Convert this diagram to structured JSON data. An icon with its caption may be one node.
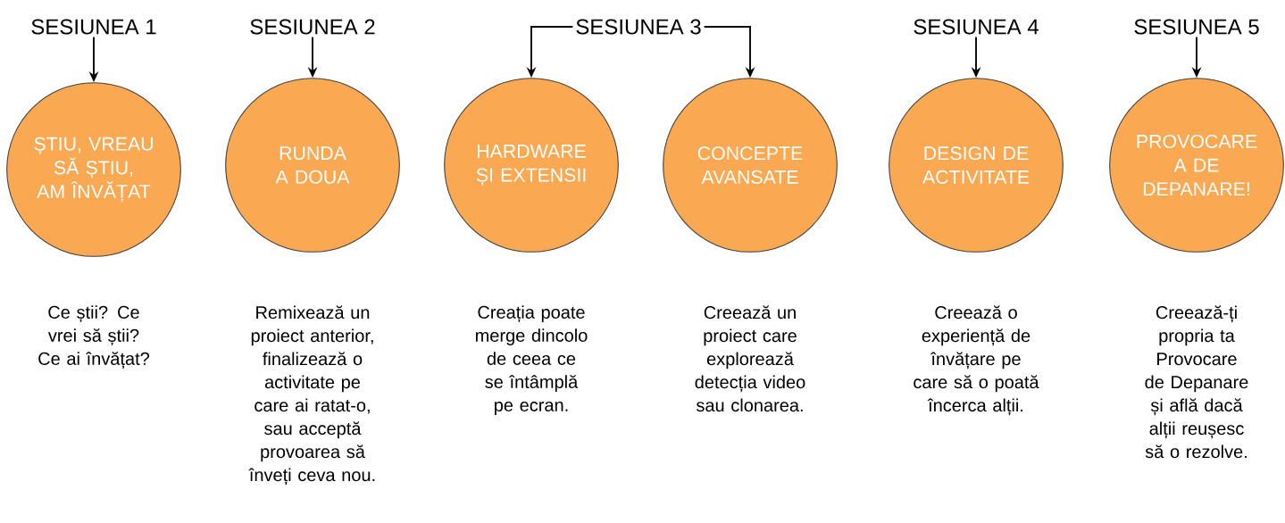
{
  "diagram": {
    "nodes": [
      {
        "text": [
          "SESIUNEA 1"
        ]
      },
      {
        "text": [
          "ȘTIU, VREAU SĂ ȘTIU, AM ÎNVĂȚAT"
        ],
        "beside": [
          "Ce știi? Ce vrei să știi? Ce ai învățat?"
        ]
      },
      {
        "text": [
          "SESIUNEA 2"
        ]
      },
      {
        "text": [
          "RUNDA A DOUA"
        ],
        "beside": [
          "Remixează un proiect anterior, finalizează o activitate pe care ai ratat-o, sau acceptă provoarea să înveți ceva nou."
        ]
      },
      {
        "text": [
          "SESIUNEA 3"
        ]
      },
      {
        "text": [
          "HARDWARE ȘI EXTENSII"
        ],
        "beside": [
          "Creația poate merge dincolo de ceea ce se întâmplă pe ecran."
        ]
      },
      {
        "text": [
          "CONCEPTE AVANSATE"
        ],
        "beside": [
          "Creează un proiect care explorează detecția video sau clonarea."
        ]
      },
      {
        "text": [
          "SESIUNEA 4"
        ]
      },
      {
        "text": [
          "DESIGN DE ACTIVITATE"
        ],
        "beside": [
          "Creează o experiență de învățare pe care să o poată încerca alții."
        ]
      },
      {
        "text": [
          "SESIUNEA 5"
        ]
      },
      {
        "text": [
          "PROVOCARE A DE DEPANARE!"
        ],
        "beside": [
          "Creează-ți propria ta Provocare de Depanare și află dacă alții reușesc să o rezolve."
        ]
      }
    ],
    "edges": [
      {
        "from": 0,
        "to": 1,
        "arrow": "to"
      },
      {
        "from": 2,
        "to": 3,
        "arrow": "to"
      },
      {
        "from": 4,
        "to": 5,
        "arrow": "to"
      },
      {
        "from": 4,
        "to": 6,
        "arrow": "to"
      },
      {
        "from": 7,
        "to": 8,
        "arrow": "to"
      },
      {
        "from": 9,
        "to": 10,
        "arrow": "to"
      }
    ]
  }
}
